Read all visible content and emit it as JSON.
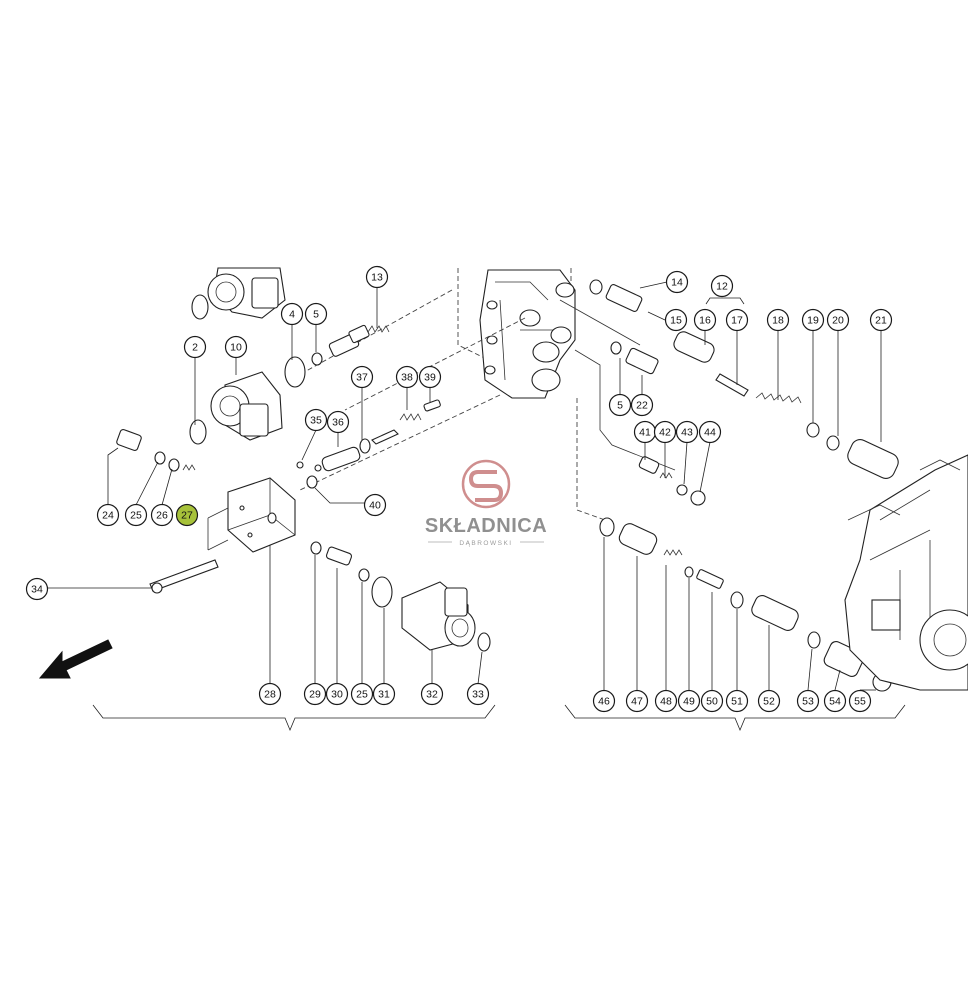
{
  "watermark": {
    "brand": "SKŁADNICA",
    "sub": "DĄBROWSKI",
    "logo_color": "#c77b7b"
  },
  "highlight_color": "#a7c23a",
  "highlighted_part": "27",
  "callouts": [
    {
      "id": "2"
    },
    {
      "id": "4"
    },
    {
      "id": "5"
    },
    {
      "id": "10"
    },
    {
      "id": "12"
    },
    {
      "id": "13"
    },
    {
      "id": "14"
    },
    {
      "id": "15"
    },
    {
      "id": "16"
    },
    {
      "id": "17"
    },
    {
      "id": "18"
    },
    {
      "id": "19"
    },
    {
      "id": "20"
    },
    {
      "id": "21"
    },
    {
      "id": "37"
    },
    {
      "id": "38"
    },
    {
      "id": "39"
    },
    {
      "id": "5b",
      "label": "5"
    },
    {
      "id": "22"
    },
    {
      "id": "35"
    },
    {
      "id": "36"
    },
    {
      "id": "41"
    },
    {
      "id": "42"
    },
    {
      "id": "43"
    },
    {
      "id": "44"
    },
    {
      "id": "40"
    },
    {
      "id": "24"
    },
    {
      "id": "25"
    },
    {
      "id": "26"
    },
    {
      "id": "27"
    },
    {
      "id": "34"
    },
    {
      "id": "28"
    },
    {
      "id": "29"
    },
    {
      "id": "30"
    },
    {
      "id": "25b",
      "label": "25"
    },
    {
      "id": "31"
    },
    {
      "id": "32"
    },
    {
      "id": "33"
    },
    {
      "id": "46"
    },
    {
      "id": "47"
    },
    {
      "id": "48"
    },
    {
      "id": "49"
    },
    {
      "id": "50"
    },
    {
      "id": "51"
    },
    {
      "id": "52"
    },
    {
      "id": "53"
    },
    {
      "id": "54"
    },
    {
      "id": "55"
    }
  ]
}
